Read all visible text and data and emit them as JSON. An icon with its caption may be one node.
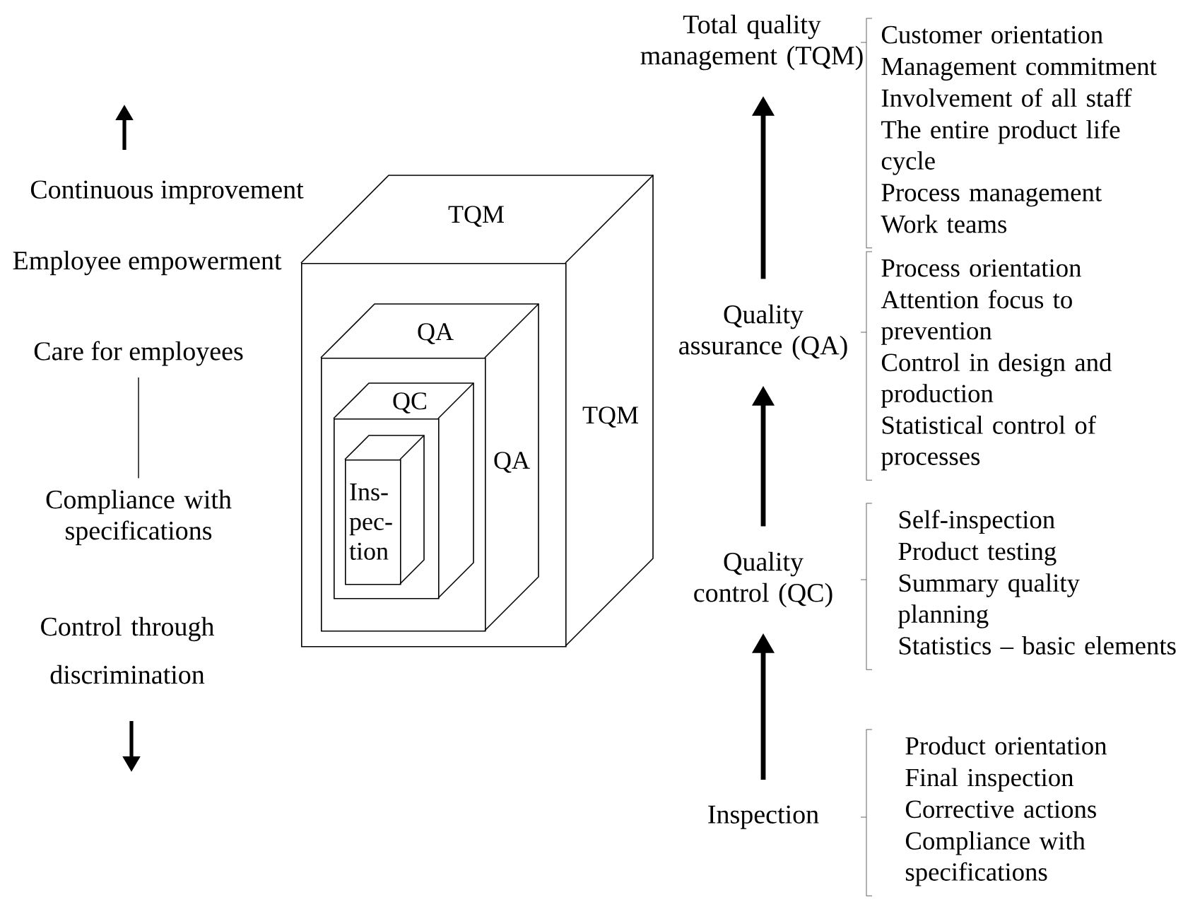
{
  "diagram": {
    "nodes": [
      {
        "text": [
          "TQM",
          "TQM"
        ]
      },
      {
        "text": [
          "QA",
          "QA"
        ],
        "in": 0
      },
      {
        "text": [
          "QC"
        ],
        "in": 1
      },
      {
        "text": [
          "Ins- pec- tion"
        ],
        "in": 2
      },
      {
        "text": [
          "Continuous improvement"
        ]
      },
      {
        "text": [
          "Employee empowerment"
        ]
      },
      {
        "text": [
          "Care for employees"
        ]
      },
      {
        "text": [
          "Compliance with specifications"
        ]
      },
      {
        "text": [
          "Control through discrimination"
        ]
      },
      {
        "text": [
          "Total quality management (TQM)"
        ],
        "beside": [
          "Customer orientation",
          "Management commitment",
          "Involvement of all staff",
          "The entire product life cycle",
          "Process management",
          "Work teams"
        ]
      },
      {
        "text": [
          "Quality assurance (QA)"
        ],
        "beside": [
          "Process orientation",
          "Attention focus to prevention",
          "Control in design and production",
          "Statistical control of processes"
        ]
      },
      {
        "text": [
          "Quality control (QC)"
        ],
        "beside": [
          "Self-inspection",
          "Product testing",
          "Summary quality planning",
          "Statistics – basic elements"
        ]
      },
      {
        "text": [
          "Inspection"
        ],
        "beside": [
          "Product orientation",
          "Final inspection",
          "Corrective actions",
          "Compliance with specifications"
        ]
      }
    ],
    "edges": [
      {
        "from": 12,
        "to": 11,
        "arrow": "to"
      },
      {
        "from": 11,
        "to": 10,
        "arrow": "to"
      },
      {
        "from": 10,
        "to": 9,
        "arrow": "to"
      },
      {
        "from": 6,
        "to": 7,
        "arrow": "none"
      }
    ]
  }
}
